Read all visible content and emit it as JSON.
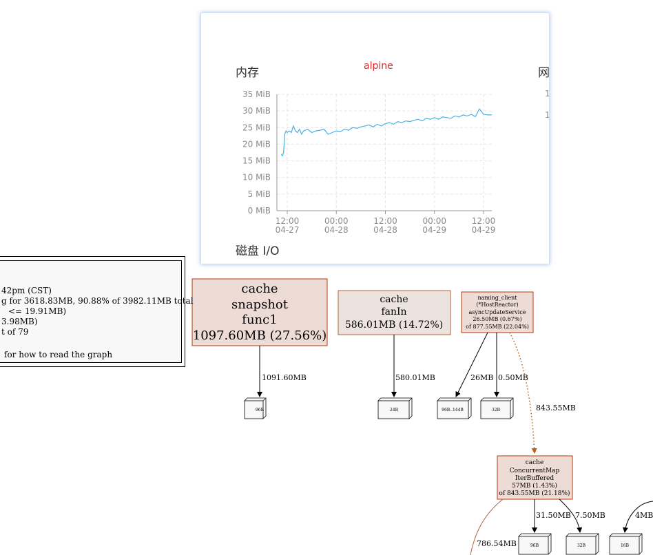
{
  "legend": {
    "lines": [
      "42pm (CST)",
      "g for 3618.83MB, 90.88% of 3982.11MB total",
      "<= 19.91MB)",
      "3.98MB)",
      "t of 79",
      "for how to read the graph"
    ]
  },
  "popup": {
    "memory_title": "内存",
    "chart_title": "alpine",
    "network_title_fragment": "网",
    "network_tick_fragment_1": "1",
    "network_tick_fragment_2": "1",
    "disk_title": "磁盘 I/O"
  },
  "chart_data": {
    "type": "line",
    "title": "alpine",
    "ylabel": "",
    "xlabel": "",
    "yunit": "MiB",
    "ylim": [
      0,
      35
    ],
    "y_ticks": [
      "35 MiB",
      "30 MiB",
      "25 MiB",
      "20 MiB",
      "15 MiB",
      "10 MiB",
      "5 MiB",
      "0 MiB"
    ],
    "y_tick_values": [
      35,
      30,
      25,
      20,
      15,
      10,
      5,
      0
    ],
    "x_ticks": [
      {
        "time": "12:00",
        "date": "04-27",
        "hours": 0
      },
      {
        "time": "00:00",
        "date": "04-28",
        "hours": 12
      },
      {
        "time": "12:00",
        "date": "04-28",
        "hours": 24
      },
      {
        "time": "00:00",
        "date": "04-29",
        "hours": 36
      },
      {
        "time": "12:00",
        "date": "04-29",
        "hours": 48
      }
    ],
    "grid": true,
    "line_color": "#4ab0e4",
    "series": [
      {
        "hours": [
          -1.5,
          -1.2,
          -0.9,
          -0.6,
          -0.3,
          0,
          0.5,
          1,
          1.5,
          2,
          2.5,
          3,
          3.5,
          4,
          5,
          6,
          7,
          8,
          9,
          10,
          11,
          12,
          13,
          14,
          15,
          16,
          17,
          18,
          19,
          20,
          21,
          22,
          23,
          24,
          25,
          26,
          27,
          28,
          29,
          30,
          31,
          32,
          33,
          34,
          35,
          36,
          37,
          38,
          39,
          40,
          41,
          42,
          43,
          44,
          45,
          46,
          47,
          48,
          49,
          50
        ],
        "values": [
          17,
          16.5,
          17.5,
          23,
          24,
          23.5,
          24,
          23.5,
          25.5,
          24,
          23.5,
          24.5,
          23,
          24,
          24.5,
          23.5,
          24,
          24.2,
          24.5,
          23,
          23.5,
          24,
          23.8,
          24.5,
          24.2,
          25,
          24.8,
          25.2,
          25.5,
          25.8,
          25.2,
          26,
          25.5,
          26.2,
          26.5,
          26,
          26.8,
          26.5,
          27,
          26.8,
          27.2,
          27.5,
          27,
          27.8,
          27.5,
          28,
          27.5,
          28.2,
          28,
          27.8,
          28.5,
          28.2,
          28.8,
          28.5,
          29,
          28.3,
          30.6,
          29,
          28.8,
          28.8
        ]
      }
    ]
  },
  "graph": {
    "colors": {
      "hot_fill": "#eddbd5",
      "hot_stroke": "#b23b09",
      "warm_fill": "#ede3de",
      "warm_stroke": "#b2633b",
      "leaf_fill": "#f8f8f8",
      "edge_dotted": "#b25f1a"
    },
    "nodes": {
      "func1": [
        "cache",
        "snapshot",
        "func1",
        "1097.60MB (27.56%)"
      ],
      "fanin": [
        "cache",
        "fanIn",
        "586.01MB (14.72%)"
      ],
      "naming": [
        "naming_client",
        "(*HostReactor)",
        "asyncUpdateService",
        "26.50MB (0.67%)",
        "of 877.55MB (22.04%)"
      ],
      "concmap": [
        "cache",
        "ConcurrentMap",
        "IterBuffered",
        "57MB (1.43%)",
        "of 843.55MB (21.18%)"
      ]
    },
    "leaves": {
      "l1": "96B",
      "l2": "24B",
      "l3": "96B..144B",
      "l4": "32B",
      "l5": "96B",
      "l6": "32B",
      "l7": "16B"
    },
    "edges": {
      "e1": "1091.60MB",
      "e2": "580.01MB",
      "e3": "26MB",
      "e4": "0.50MB",
      "e5": "843.55MB",
      "e6": "31.50MB",
      "e7": "7.50MB",
      "e8": "4MB",
      "e9": "786.54MB"
    }
  }
}
